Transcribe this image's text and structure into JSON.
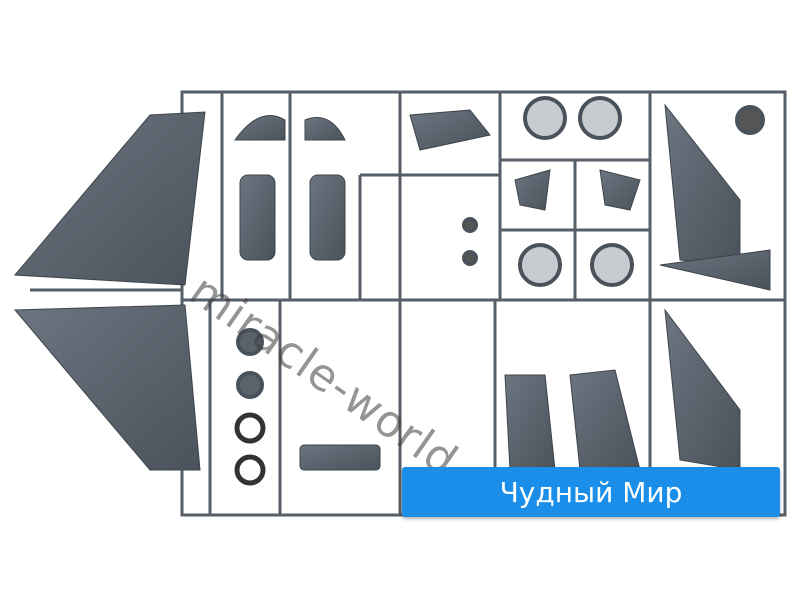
{
  "image": {
    "subject": "plastic-model-kit-sprue",
    "watermark": "miracle-world.ru",
    "banner_label": "Чудный Мир",
    "colors": {
      "plastic": "#5d6670",
      "banner": "#1a8ee8",
      "background": "#ffffff"
    }
  }
}
